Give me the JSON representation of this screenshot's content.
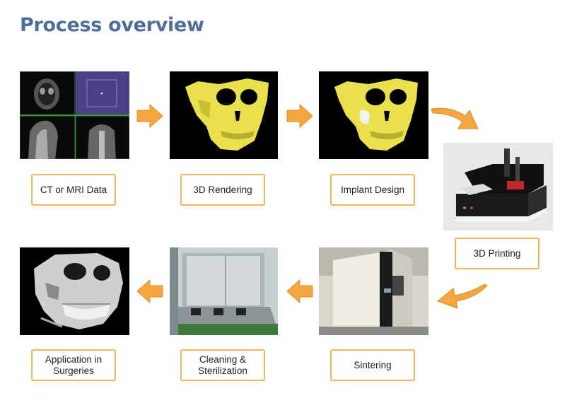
{
  "title": "Process overview",
  "colors": {
    "title": "#4f6d99",
    "box_border": "#f2b35b",
    "arrow_fill": "#f4a641",
    "skull": "#e9e04b"
  },
  "steps": [
    {
      "label": "CT or MRI Data",
      "image": "ct-mri-scan-image"
    },
    {
      "label": "3D Rendering",
      "image": "3d-skull-render-image"
    },
    {
      "label": "Implant Design",
      "image": "implant-design-skull-image"
    },
    {
      "label": "3D Printing",
      "image": "3d-printer-machine-image"
    },
    {
      "label": "Sintering",
      "image": "sintering-furnace-image"
    },
    {
      "label": "Cleaning &\nSterilization",
      "image": "cleaning-sterilization-unit-image"
    },
    {
      "label": "Application in\nSurgeries",
      "image": "surgical-skull-ct-image"
    }
  ]
}
